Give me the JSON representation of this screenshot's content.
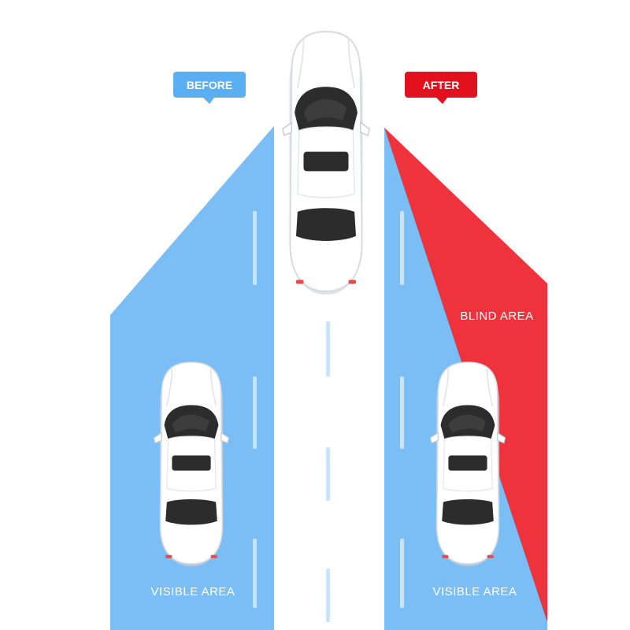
{
  "tags": {
    "before": "BEFORE",
    "after": "AFTER"
  },
  "zones": {
    "visible_left": "VISIBLE AREA",
    "visible_right": "VISIBLE AREA",
    "blind": "BLIND AREA"
  },
  "colors": {
    "visible": "#7bbdf5",
    "blind": "#ee333d",
    "before_tag": "#5aaef2",
    "after_tag": "#e3111d",
    "lane_mark": "#c9e3fa",
    "car_body": "#ffffff",
    "car_glass": "#2c2c2c"
  }
}
